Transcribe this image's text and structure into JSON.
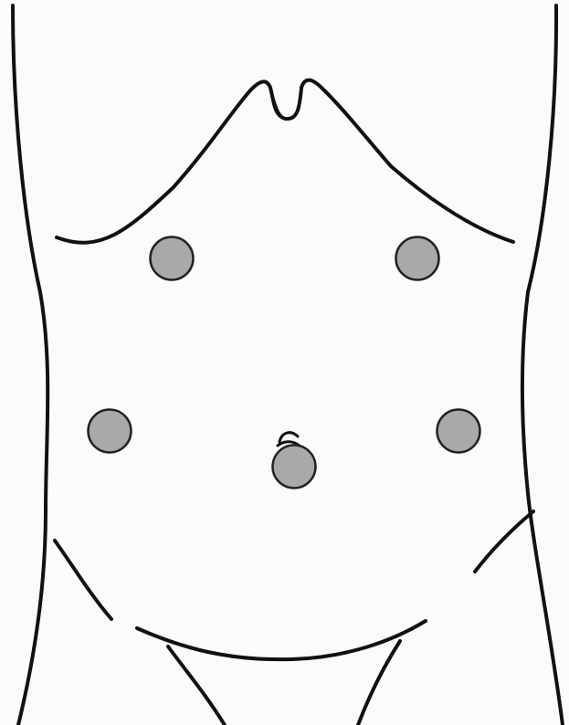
{
  "figure": {
    "background_color": "#fbfbfb",
    "outline_color": "#111111",
    "port_fill_color": "#a9a9a9",
    "port_stroke_color": "#222222",
    "port_count": 5,
    "ports": [
      {
        "name": "left-upper-port"
      },
      {
        "name": "right-upper-port"
      },
      {
        "name": "left-lower-port"
      },
      {
        "name": "umbilical-port"
      },
      {
        "name": "right-lower-port"
      }
    ]
  }
}
